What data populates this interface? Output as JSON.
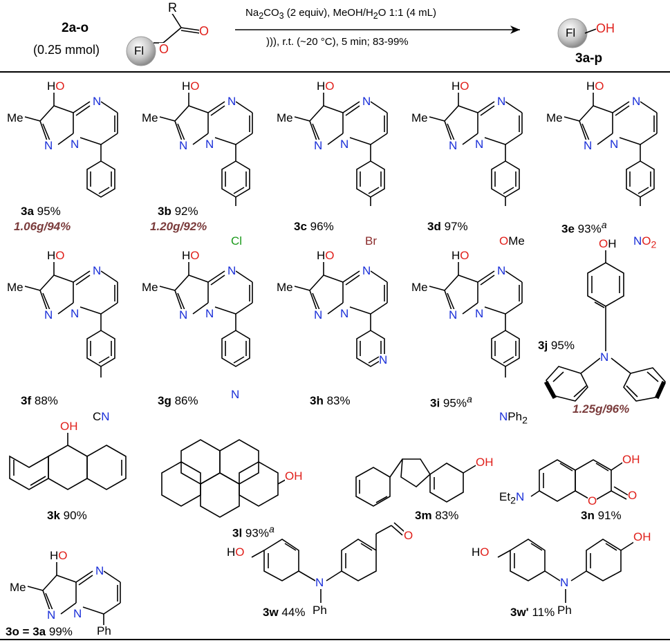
{
  "header": {
    "reactant_code": "2a-o",
    "reactant_amount": "(0.25 mmol)",
    "reactant_R": "R",
    "fl_label": "Fl",
    "conditions_line1": "Na2CO3 (2 equiv), MeOH/H2O 1:1 (4 mL)",
    "conditions_line2": "))), r.t. (~20 °C), 5 min; 83-99%",
    "product_label": "Fl",
    "product_OH": "OH",
    "product_code": "3a-p"
  },
  "compounds": [
    {
      "code": "3a",
      "yield": "95%",
      "scale": "1.06g/94%",
      "sub": ""
    },
    {
      "code": "3b",
      "yield": "92%",
      "scale": "1.20g/92%",
      "sub": "Cl"
    },
    {
      "code": "3c",
      "yield": "96%",
      "scale": "",
      "sub": "Br"
    },
    {
      "code": "3d",
      "yield": "97%",
      "scale": "",
      "sub": "OMe"
    },
    {
      "code": "3e",
      "yield": "93%",
      "note": "a",
      "scale": "",
      "sub": "NO2"
    },
    {
      "code": "3f",
      "yield": "88%",
      "scale": "",
      "sub": "CN"
    },
    {
      "code": "3g",
      "yield": "86%",
      "scale": "",
      "sub": "N"
    },
    {
      "code": "3h",
      "yield": "83%",
      "scale": "",
      "sub": "N"
    },
    {
      "code": "3i",
      "yield": "95%",
      "note": "a",
      "scale": "",
      "sub": "NPh2"
    },
    {
      "code": "3j",
      "yield": "95%",
      "scale": "1.25g/96%",
      "sub": ""
    },
    {
      "code": "3k",
      "yield": "90%"
    },
    {
      "code": "3l",
      "yield": "93%",
      "note": "a"
    },
    {
      "code": "3m",
      "yield": "83%"
    },
    {
      "code": "3n",
      "yield": "91%"
    },
    {
      "code": "3o = 3a",
      "yield": "99%"
    },
    {
      "code": "3w",
      "yield": "44%"
    },
    {
      "code": "3w'",
      "yield": "11%"
    }
  ],
  "atoms": {
    "HO": "HO",
    "OH": "OH",
    "N": "N",
    "Me": "Me",
    "O": "O",
    "Ph": "Ph",
    "Et2N": "Et2N"
  },
  "colors": {
    "nitrogen": "#1a2fd8",
    "oxygen": "#e0201b",
    "chlorine": "#1b9a1b",
    "bromine": "#8a2b2b",
    "scale_text": "#7a3b3b"
  }
}
